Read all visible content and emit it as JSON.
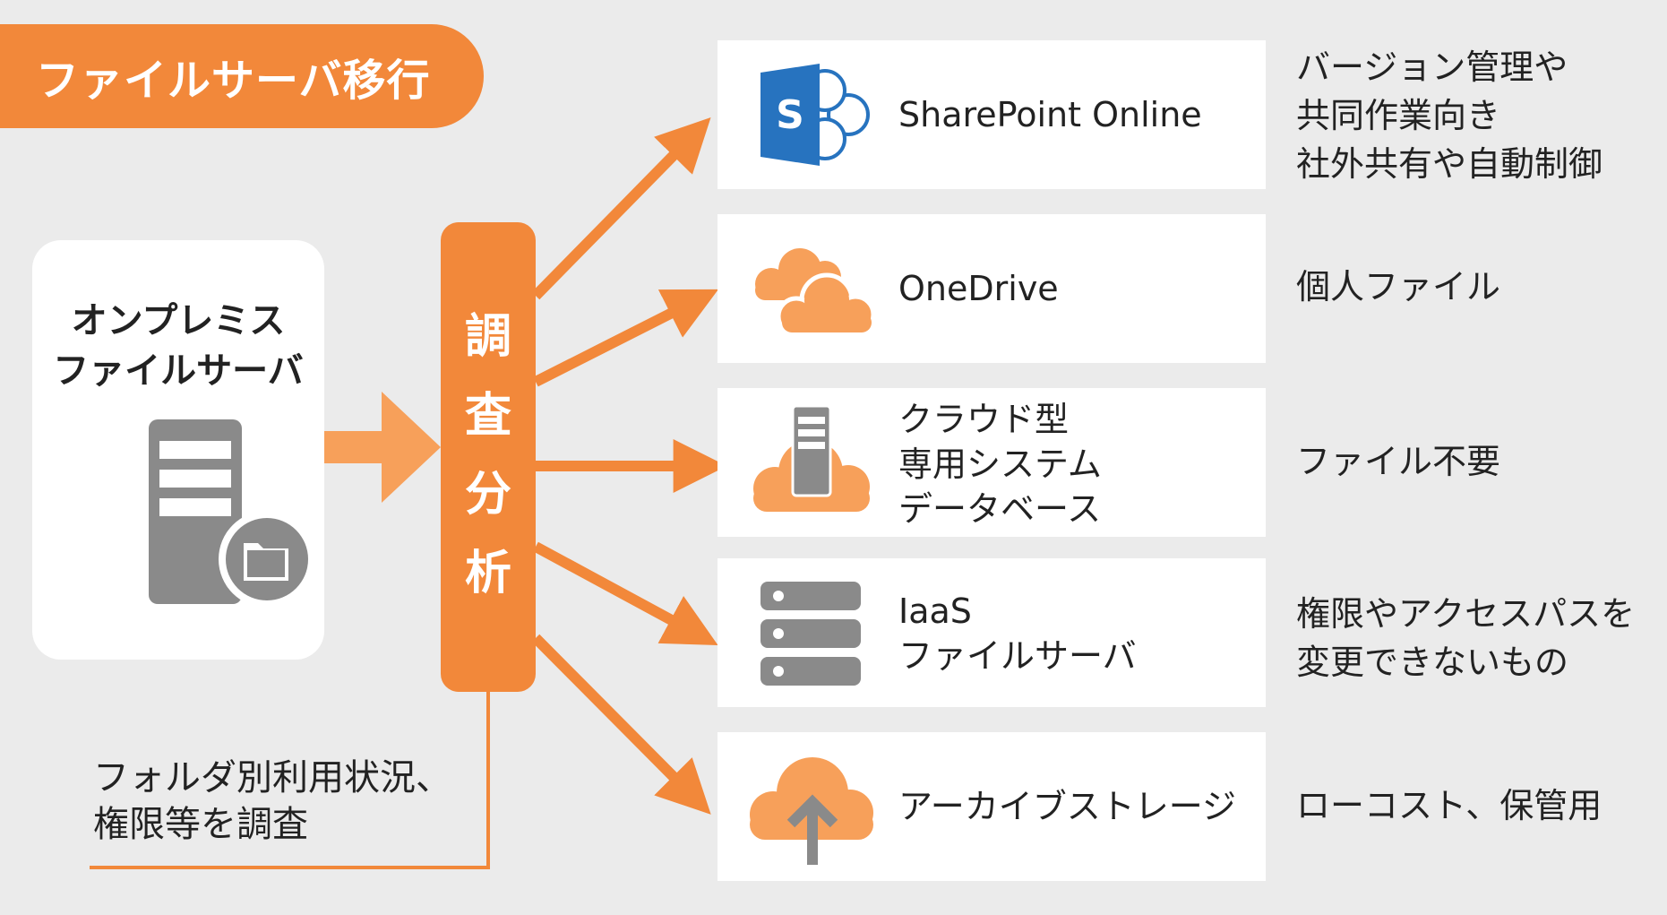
{
  "title": "ファイルサーバ移行",
  "source": {
    "title_line1": "オンプレミス",
    "title_line2": "ファイルサーバ",
    "icons": [
      "server-icon",
      "folder-icon"
    ]
  },
  "analysis": {
    "label": "調査分析"
  },
  "note": {
    "line1": "フォルダ別利用状況、",
    "line2": "権限等を調査"
  },
  "targets": [
    {
      "icon": "sharepoint-icon",
      "label_lines": [
        "SharePoint Online"
      ],
      "description_lines": [
        "バージョン管理や",
        "共同作業向き",
        "社外共有や自動制御"
      ]
    },
    {
      "icon": "onedrive-cloud-icon",
      "label_lines": [
        "OneDrive"
      ],
      "description_lines": [
        "個人ファイル"
      ]
    },
    {
      "icon": "cloud-server-icon",
      "label_lines": [
        "クラウド型",
        "専用システム",
        "データベース"
      ],
      "description_lines": [
        "ファイル不要"
      ]
    },
    {
      "icon": "server-rack-icon",
      "label_lines": [
        "IaaS",
        "ファイルサーバ"
      ],
      "description_lines": [
        "権限やアクセスパスを",
        "変更できないもの"
      ]
    },
    {
      "icon": "cloud-upload-icon",
      "label_lines": [
        "アーカイブストレージ"
      ],
      "description_lines": [
        "ローコスト、保管用"
      ]
    }
  ],
  "colors": {
    "accent": "#f2883a",
    "accent_light": "#f7a05a",
    "icon_gray": "#8a8a8a",
    "background": "#ebebeb",
    "sharepoint_blue": "#2773bf"
  }
}
